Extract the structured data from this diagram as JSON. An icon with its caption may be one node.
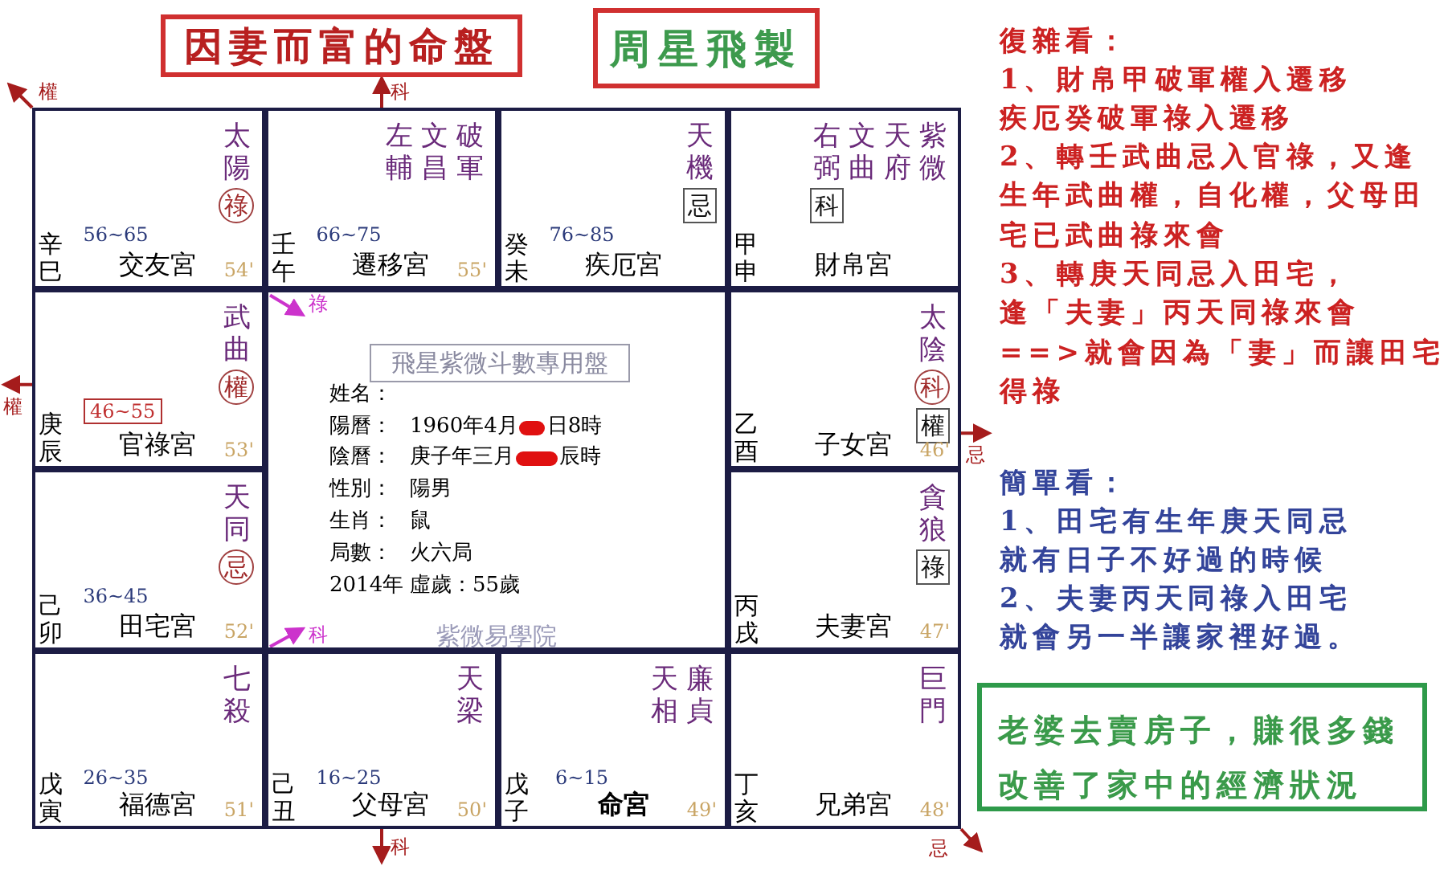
{
  "diagram": {
    "title": "因妻而富的命盤",
    "nodes": [
      {
        "text": [
          "周星飛製"
        ]
      },
      {
        "text": [
          "太陽",
          "祿",
          "56~65",
          "辛巳",
          "交友宮",
          "54'"
        ]
      },
      {
        "text": [
          "破軍",
          "文昌",
          "左輔",
          "66~75",
          "壬午",
          "遷移宮",
          "55'"
        ]
      },
      {
        "text": [
          "天機",
          "忌",
          "76~85",
          "癸未",
          "疾厄宮"
        ]
      },
      {
        "text": [
          "紫微",
          "天府",
          "文曲",
          "右弼",
          "科",
          "甲申",
          "財帛宮"
        ]
      },
      {
        "text": [
          "武曲",
          "權",
          "46~55",
          "庚辰",
          "官祿宮",
          "53'"
        ]
      },
      {
        "text": [
          "飛星紫微斗數專用盤",
          "姓名：",
          "陽曆：",
          "1960年4月",
          "日8時",
          "陰曆：",
          "庚子年三月",
          "辰時",
          "性別：",
          "陽男",
          "生肖：",
          "鼠",
          "局數：",
          "火六局",
          "2014年",
          "虛歲：55歲",
          "紫微易學院"
        ]
      },
      {
        "text": [
          "太陰",
          "科",
          "權",
          "乙酉",
          "子女宮",
          "46'"
        ]
      },
      {
        "text": [
          "天同",
          "忌",
          "36~45",
          "己卯",
          "田宅宮",
          "52'"
        ]
      },
      {
        "text": [
          "貪狼",
          "祿",
          "丙戌",
          "夫妻宮",
          "47'"
        ]
      },
      {
        "text": [
          "七殺",
          "26~35",
          "戊寅",
          "福德宮",
          "51'"
        ]
      },
      {
        "text": [
          "天梁",
          "16~25",
          "己丑",
          "父母宮",
          "50'"
        ]
      },
      {
        "text": [
          "廉貞",
          "天相",
          "6~15",
          "戊子",
          "命宮",
          "49'"
        ]
      },
      {
        "text": [
          "巨門",
          "丁亥",
          "兄弟宮",
          "48'"
        ]
      },
      {
        "text": [
          "老婆去賣房子，賺很多錢改善了家中的經濟狀況"
        ]
      }
    ],
    "edges": [
      {
        "from": 1,
        "to": null,
        "arrow": "to",
        "label": "權"
      },
      {
        "from": 2,
        "to": null,
        "arrow": "to",
        "label": "科"
      },
      {
        "from": 5,
        "to": null,
        "arrow": "to",
        "label": "權"
      },
      {
        "from": 7,
        "to": null,
        "arrow": "to",
        "label": "忌"
      },
      {
        "from": 11,
        "to": null,
        "arrow": "to",
        "label": "科"
      },
      {
        "from": 13,
        "to": null,
        "arrow": "to",
        "label": "忌"
      },
      {
        "from": null,
        "to": 6,
        "arrow": "to",
        "label": "祿",
        "color": "#cc33cc"
      },
      {
        "from": null,
        "to": 6,
        "arrow": "to",
        "label": "科",
        "color": "#cc33cc"
      }
    ],
    "labels": [
      "復雜看：",
      "1、財帛甲破軍權入遷移",
      "疾厄癸破軍祿入遷移",
      "2、轉壬武曲忌入官祿，又逢生年武曲權，自化權，父母田宅已武曲祿來會",
      "3、轉庚天同忌入田宅，",
      "逢「夫妻」丙天同祿來會",
      "==>就會因為「妻」而讓田宅得祿",
      "簡單看：",
      "1、田宅有生年庚天同忌",
      "就有日子不好過的時候",
      "2、夫妻丙天同祿入田宅",
      "就會另一半讓家裡好過。"
    ]
  }
}
